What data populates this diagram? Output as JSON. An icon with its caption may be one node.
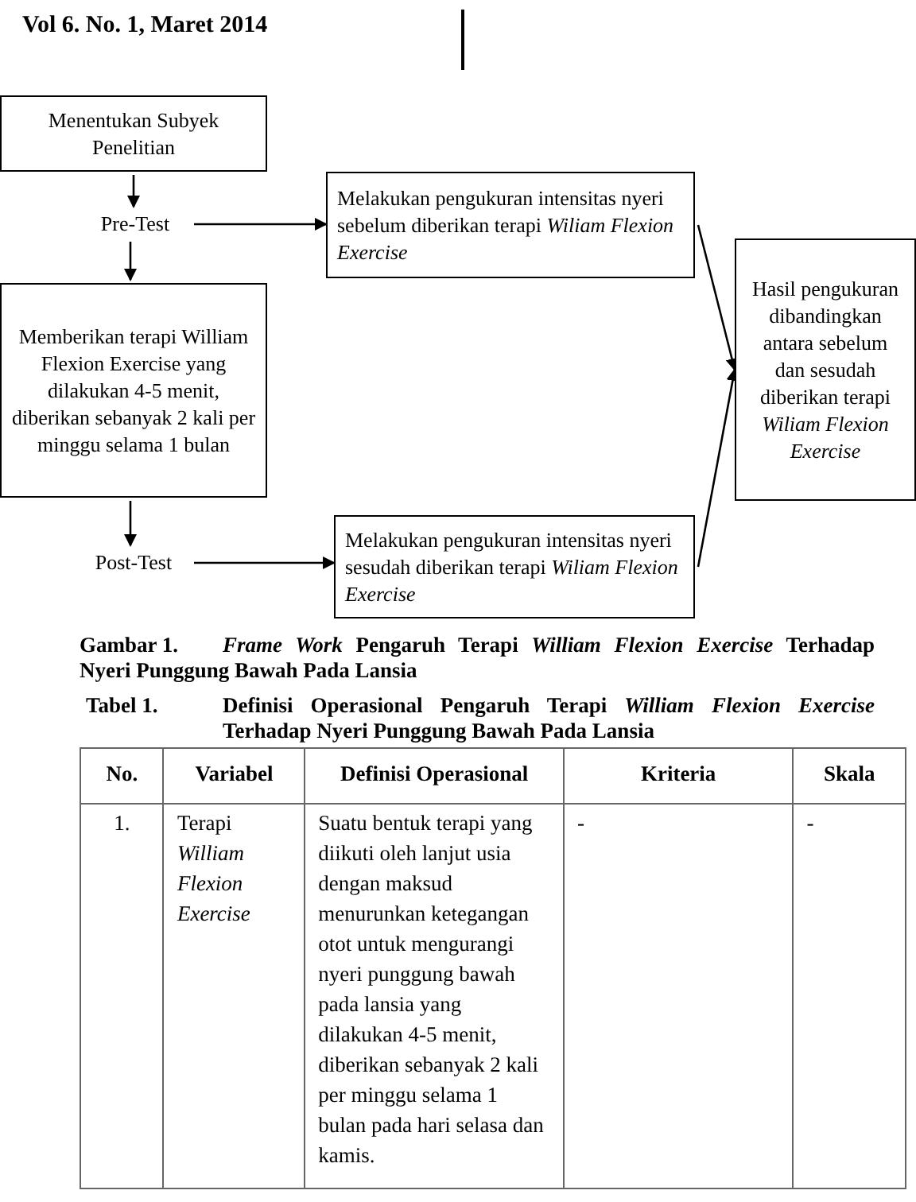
{
  "diagram": {
    "caption": "Gambar 1. *Frame Work* Pengaruh Terapi *William Flexion Exercise* Terhadap Nyeri Punggung Bawah Pada Lansia",
    "nodes": [
      {
        "text": [
          "Menentukan Subyek Penelitian"
        ]
      },
      {
        "text": [
          "Pre-Test"
        ]
      },
      {
        "text": [
          "Melakukan pengukuran intensitas nyeri sebelum diberikan terapi *Wiliam Flexion Exercise*"
        ]
      },
      {
        "text": [
          "Memberikan terapi William Flexion Exercise yang dilakukan 4-5 menit, diberikan sebanyak 2 kali per minggu selama 1 bulan"
        ]
      },
      {
        "text": [
          "Post-Test"
        ]
      },
      {
        "text": [
          "Melakukan pengukuran intensitas nyeri sesudah diberikan terapi *Wiliam Flexion Exercise*"
        ]
      },
      {
        "text": [
          "Hasil pengukuran dibandingkan antara sebelum dan sesudah diberikan terapi *Wiliam Flexion Exercise*"
        ]
      }
    ],
    "edges": [
      {
        "from": 0,
        "to": 1,
        "arrow": "to"
      },
      {
        "from": 1,
        "to": 2,
        "arrow": "to"
      },
      {
        "from": 1,
        "to": 3,
        "arrow": "to"
      },
      {
        "from": 3,
        "to": 4,
        "arrow": "to"
      },
      {
        "from": 4,
        "to": 5,
        "arrow": "to"
      },
      {
        "from": 2,
        "to": 6,
        "arrow": "to"
      },
      {
        "from": 5,
        "to": 6,
        "arrow": "to"
      }
    ],
    "labels": [
      "Vol 6. No. 1, Maret 2014",
      "Tabel 1.",
      "Definisi Operasional Pengaruh Terapi *William Flexion Exercise* Terhadap Nyeri Punggung Bawah Pada Lansia",
      "No.",
      "Variabel",
      "Definisi Operasional",
      "Kriteria",
      "Skala",
      "1.",
      "Terapi *William Flexion Exercise*",
      "Suatu bentuk terapi yang diikuti oleh lanjut usia dengan maksud menurunkan ketegangan otot untuk mengurangi nyeri punggung bawah pada lansia yang dilakukan 4-5 menit, diberikan sebanyak 2 kali per minggu selama 1 bulan pada hari selasa dan kamis.",
      "-",
      "-"
    ]
  }
}
